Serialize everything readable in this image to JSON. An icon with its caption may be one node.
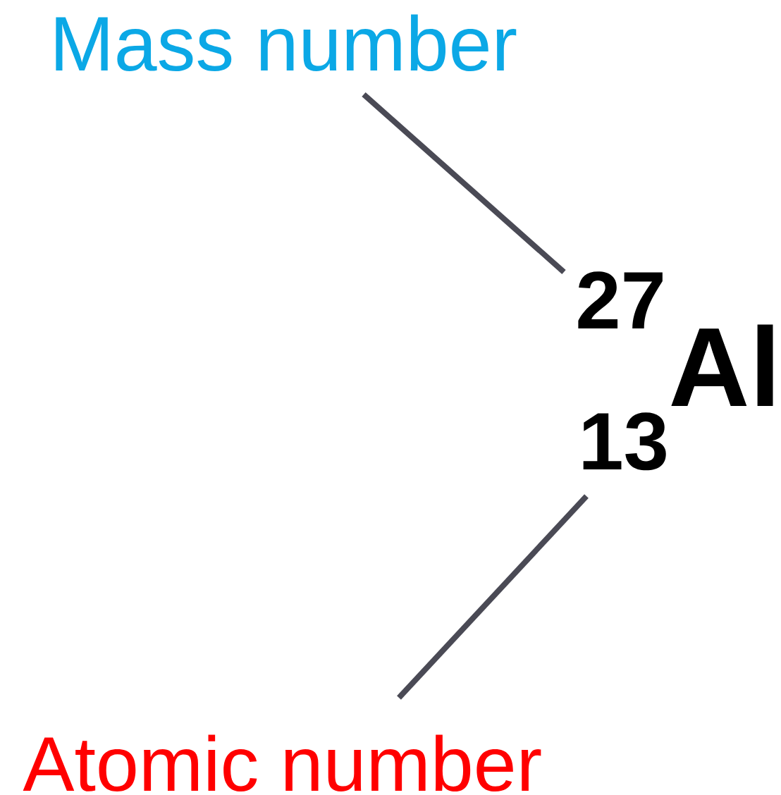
{
  "diagram": {
    "nodes": [
      {
        "text": [
          "Mass number"
        ]
      },
      {
        "text": [
          "27"
        ]
      },
      {
        "text": [
          "13"
        ]
      },
      {
        "text": [
          "Atomic number"
        ]
      }
    ],
    "edges": [
      {
        "from": 0,
        "to": 1,
        "arrow": "none"
      },
      {
        "from": 3,
        "to": 2,
        "arrow": "none"
      }
    ],
    "labels": [
      "Al"
    ]
  }
}
